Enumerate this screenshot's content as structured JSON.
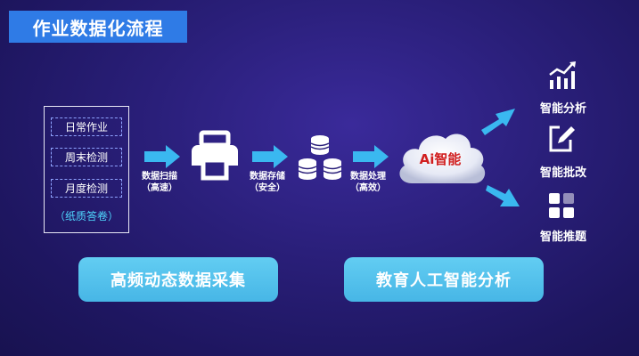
{
  "title": "作业数据化流程",
  "sources": {
    "items": [
      "日常作业",
      "周末检测",
      "月度检测"
    ],
    "footnote": "（纸质答卷）"
  },
  "steps": [
    {
      "line1": "数据扫描",
      "line2": "（高速）"
    },
    {
      "line1": "数据存储",
      "line2": "（安全）"
    },
    {
      "line1": "数据处理",
      "line2": "（高效）"
    }
  ],
  "cloud_label": "Ai智能",
  "outputs": [
    {
      "label": "智能分析",
      "icon": "bar-chart-icon"
    },
    {
      "label": "智能批改",
      "icon": "edit-icon"
    },
    {
      "label": "智能推题",
      "icon": "grid-icon"
    }
  ],
  "bottom": {
    "left_button": "高频动态数据采集",
    "right_button": "教育人工智能分析"
  },
  "colors": {
    "title_bg": "#2f7be6",
    "arrow": "#3ab8f0",
    "pill": "#55c2ee",
    "cloud_text": "#d11f1f",
    "source_footnote": "#4fd8ff"
  }
}
